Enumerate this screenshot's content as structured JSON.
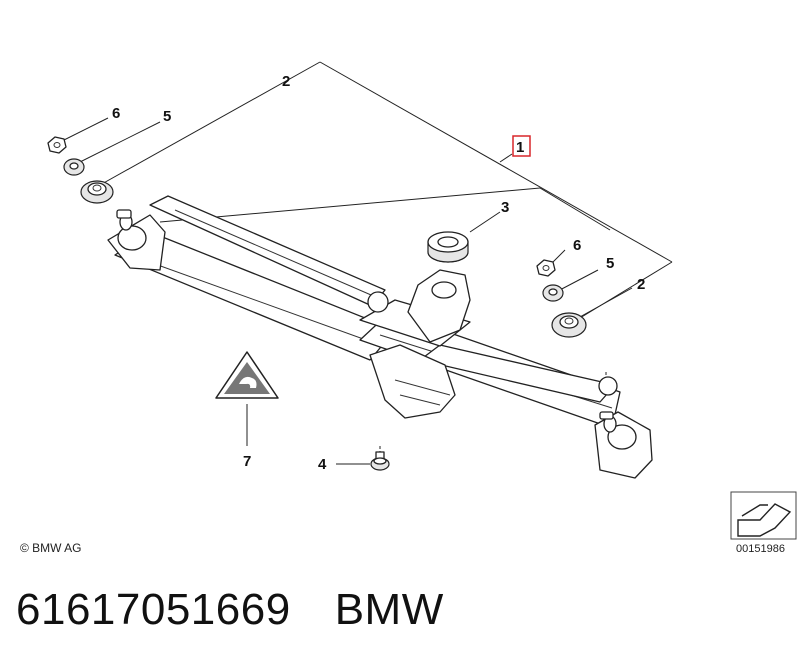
{
  "diagram": {
    "callouts": {
      "c1": "1",
      "c2a": "2",
      "c2b": "2",
      "c3": "3",
      "c4": "4",
      "c5a": "5",
      "c5b": "5",
      "c6a": "6",
      "c6b": "6",
      "c7": "7"
    },
    "highlight_color": "#d9262a",
    "copyright": "© BMW AG",
    "figure_number": "00151986"
  },
  "footer": {
    "part_number": "61617051669",
    "brand": "BMW"
  }
}
